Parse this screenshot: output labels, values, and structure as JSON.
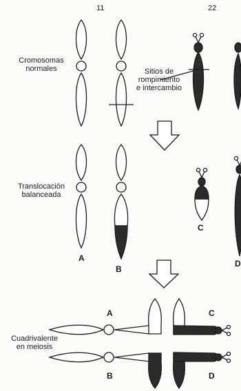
{
  "chromosome_numbers": {
    "left": "11",
    "right": "22"
  },
  "labels": {
    "normal_line1": "Cromosomas",
    "normal_line2": "normales",
    "breakpoint_line1": "Sitios de",
    "breakpoint_line2": "rompimiento",
    "breakpoint_line3": "e intercambio",
    "balanced_line1": "Translocación",
    "balanced_line2": "balanceada",
    "quad_line1": "Cuadrivalente",
    "quad_line2": "en meiosis"
  },
  "letters": {
    "a": "A",
    "b": "B",
    "c": "C",
    "d": "D"
  },
  "colors": {
    "ink": "#1a1a1a",
    "fill_dark": "#2b2b2b",
    "background": "#fbfbf8"
  }
}
